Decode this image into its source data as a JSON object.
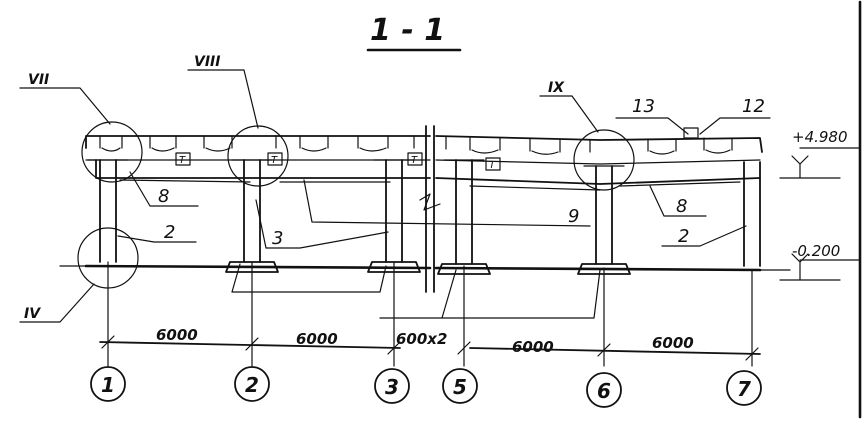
{
  "title": "1 - 1",
  "callouts": {
    "vii": "VII",
    "viii": "VIII",
    "ix": "IX",
    "iv": "IV"
  },
  "positions": {
    "p13": "13",
    "p12": "12",
    "p8a": "8",
    "p2a": "2",
    "p3": "3",
    "p9": "9",
    "p8b": "8",
    "p2b": "2"
  },
  "slab_marks": [
    "T",
    "T",
    "T",
    "T"
  ],
  "elevations": {
    "top": "+4.980",
    "bottom": "-0.200"
  },
  "spans": [
    "6000",
    "6000",
    "600x2",
    "6000",
    "6000"
  ],
  "axes": [
    "1",
    "2",
    "3",
    "5",
    "6",
    "7"
  ],
  "colors": {
    "ink": "#111111",
    "paper": "#ffffff"
  }
}
